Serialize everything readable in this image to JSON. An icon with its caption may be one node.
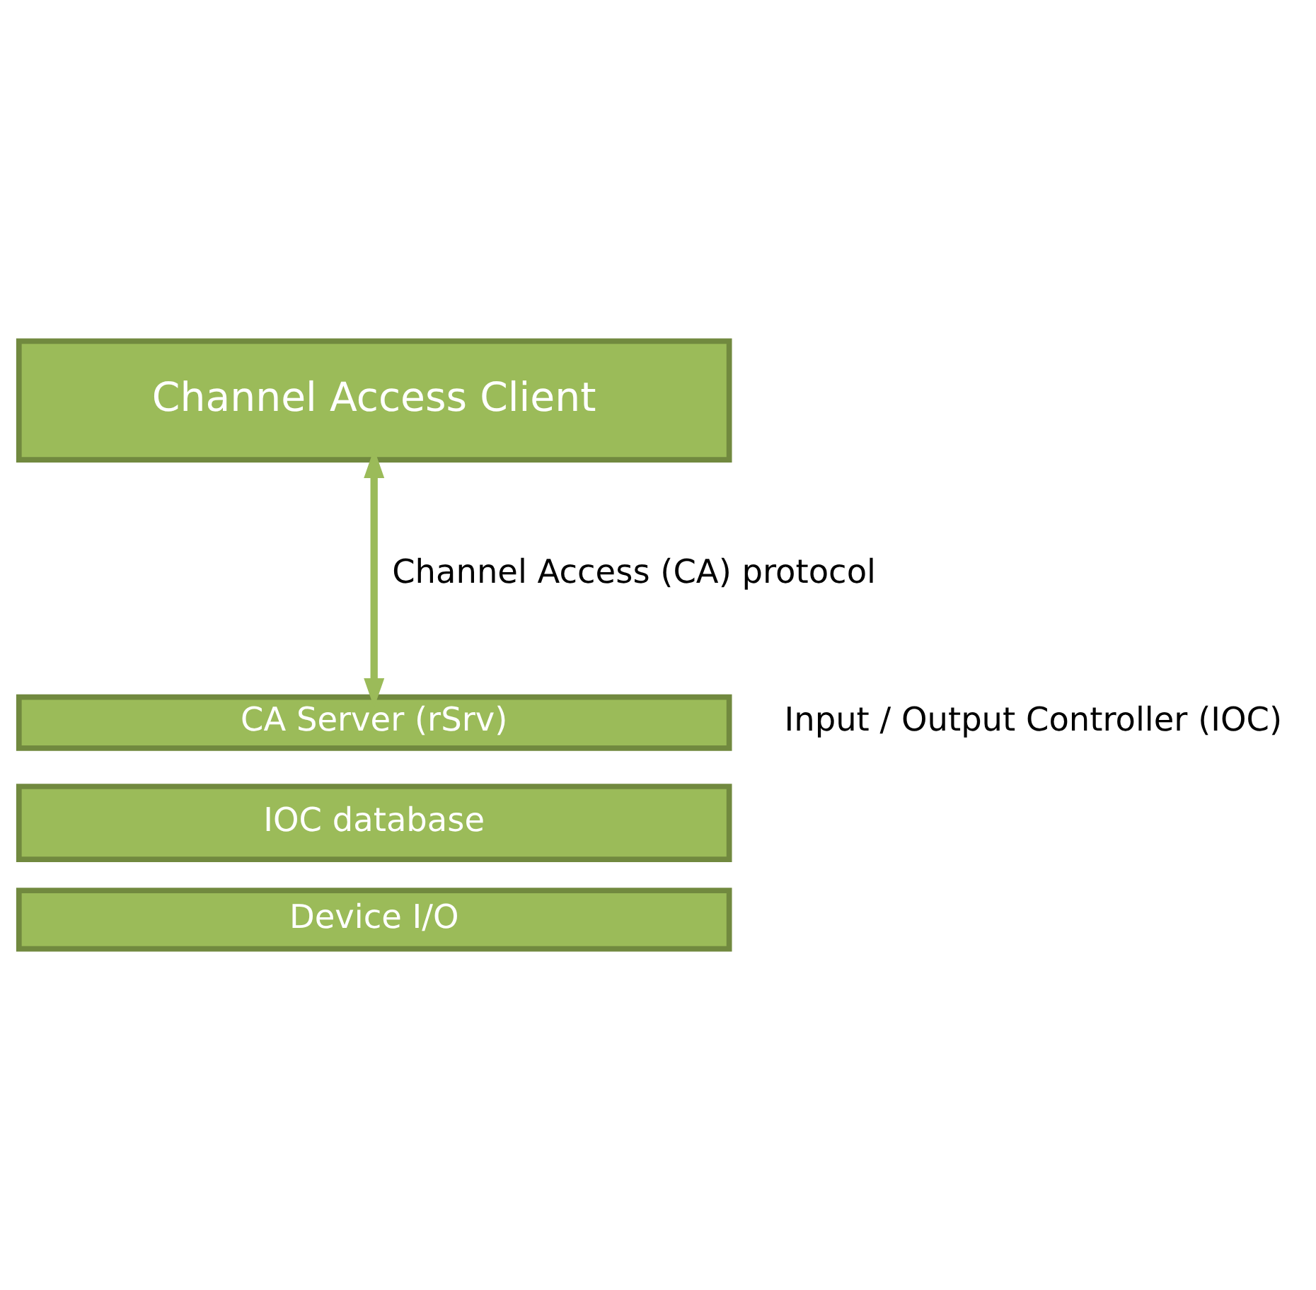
{
  "diagram": {
    "nodes": [
      {
        "text": [
          "Channel Access Client"
        ]
      },
      {
        "text": [
          "CA Server (rSrv)"
        ]
      },
      {
        "text": [
          "IOC database"
        ]
      },
      {
        "text": [
          "Device I/O"
        ]
      }
    ],
    "edges": [
      {
        "from": 0,
        "to": 1,
        "arrow": "both",
        "label": "Channel Access (CA) protocol"
      }
    ],
    "labels": [
      "Input / Output Controller (IOC)"
    ]
  }
}
